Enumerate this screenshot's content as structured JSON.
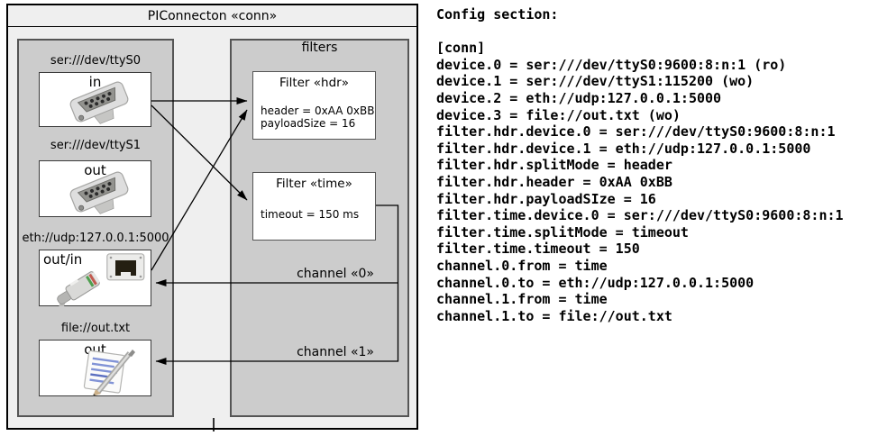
{
  "diagram": {
    "title": "PIConnecton «conn»",
    "filters_group_label": "filters",
    "devices": [
      {
        "uri": "ser:///dev/ttyS0",
        "direction": "in",
        "icon": "serial-connector-icon"
      },
      {
        "uri": "ser:///dev/ttyS1",
        "direction": "out",
        "icon": "serial-connector-icon"
      },
      {
        "uri": "eth://udp:127.0.0.1:5000",
        "direction": "out/in",
        "icon": "ethernet-connector-icon"
      },
      {
        "uri": "file://out.txt",
        "direction": "out",
        "icon": "notepad-pencil-icon"
      }
    ],
    "filters": [
      {
        "title": "Filter «hdr»",
        "properties": [
          "header = 0xAA 0xBB",
          "payloadSize = 16"
        ]
      },
      {
        "title": "Filter «time»",
        "properties": [
          "timeout = 150 ms"
        ]
      }
    ],
    "channels": [
      {
        "label": "channel «0»"
      },
      {
        "label": "channel «1»"
      }
    ],
    "colors": {
      "outer_fill": "#efefef",
      "group_fill": "#cccccc",
      "box_fill": "#ffffff",
      "line": "#000000"
    }
  },
  "config": {
    "lines": [
      "Config section:",
      "",
      "[conn]",
      "device.0 = ser:///dev/ttyS0:9600:8:n:1 (ro)",
      "device.1 = ser:///dev/ttyS1:115200 (wo)",
      "device.2 = eth://udp:127.0.0.1:5000",
      "device.3 = file://out.txt (wo)",
      "filter.hdr.device.0 = ser:///dev/ttyS0:9600:8:n:1",
      "filter.hdr.device.1 = eth://udp:127.0.0.1:5000",
      "filter.hdr.splitMode = header",
      "filter.hdr.header = 0xAA 0xBB",
      "filter.hdr.payloadSIze = 16",
      "filter.time.device.0 = ser:///dev/ttyS0:9600:8:n:1",
      "filter.time.splitMode = timeout",
      "filter.time.timeout = 150",
      "channel.0.from = time",
      "channel.0.to = eth://udp:127.0.0.1:5000",
      "channel.1.from = time",
      "channel.1.to = file://out.txt"
    ]
  }
}
